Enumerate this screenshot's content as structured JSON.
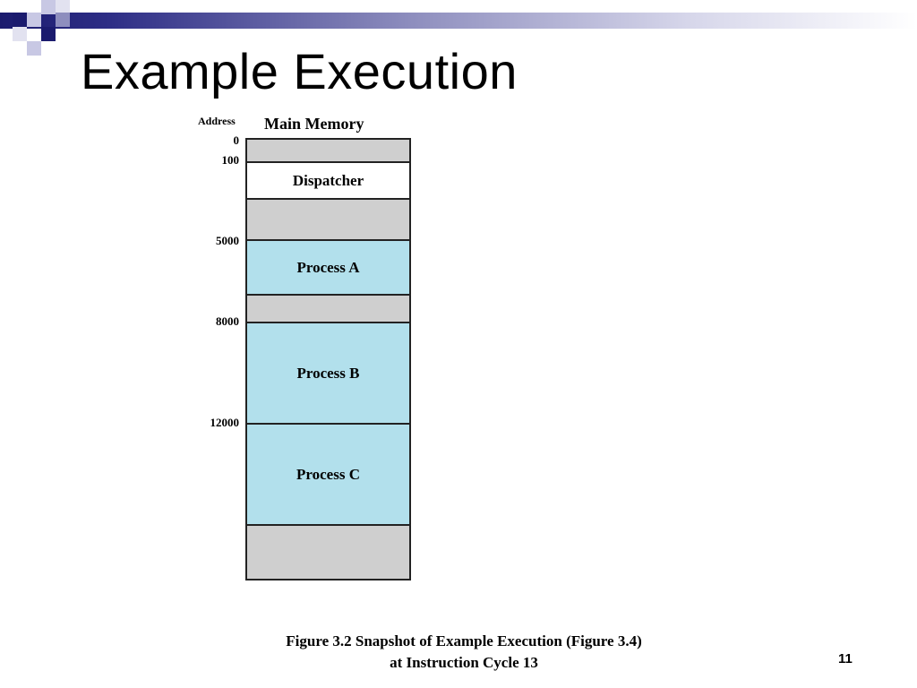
{
  "slide": {
    "title": "Example Execution",
    "page_number": "11"
  },
  "diagram": {
    "address_header": "Address",
    "memory_header": "Main Memory",
    "addresses": [
      "0",
      "100",
      "5000",
      "8000",
      "12000"
    ],
    "blocks": {
      "dispatcher": "Dispatcher",
      "process_a": "Process A",
      "process_b": "Process B",
      "process_c": "Process C"
    },
    "caption_line1": "Figure 3.2  Snapshot of Example Execution (Figure 3.4)",
    "caption_line2": "at Instruction Cycle 13"
  },
  "colors": {
    "header_bar": "#1b1b6e",
    "process_fill": "#b2e0ec",
    "free_memory": "#cfcfcf",
    "dispatcher_fill": "#ffffff"
  }
}
